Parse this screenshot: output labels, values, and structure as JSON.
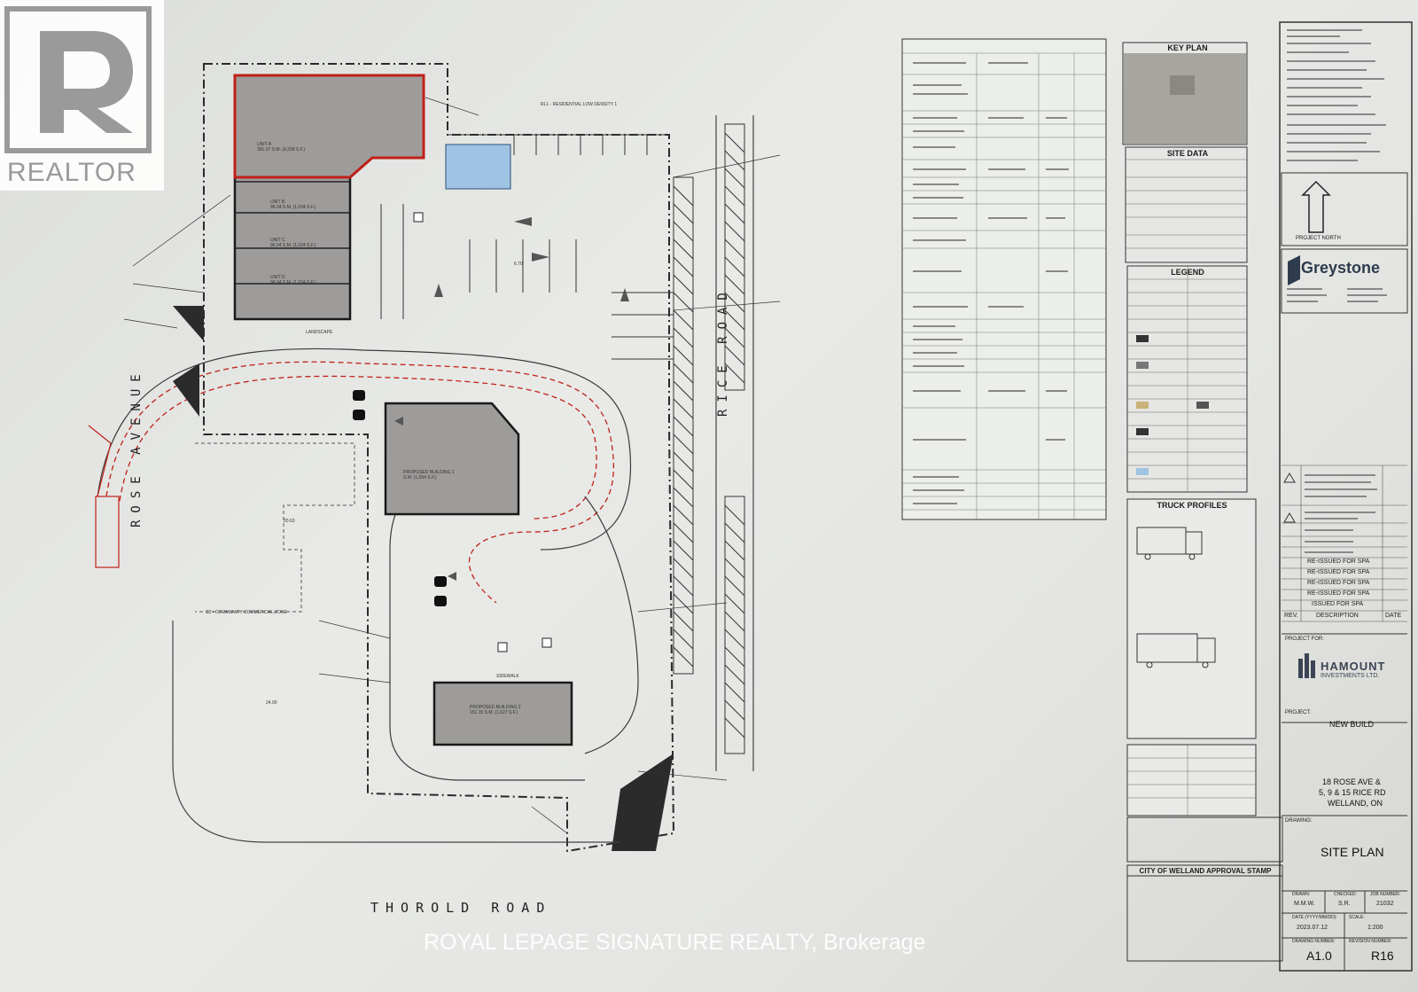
{
  "watermark": {
    "realtor_logo_text": "REALTOR",
    "brokerage": "ROYAL LEPAGE SIGNATURE REALTY, Brokerage"
  },
  "roads": {
    "north_east": "RICE ROAD",
    "west": "ROSE AVENUE",
    "south": "THOROLD ROAD"
  },
  "site": {
    "units": [
      {
        "name": "UNIT A",
        "area": "391.07 S.M. (4,209 S.F.)"
      },
      {
        "name": "UNIT B",
        "area": "96.04 S.M. (1,034 S.F.)"
      },
      {
        "name": "UNIT C",
        "area": "96.04 S.M. (1,034 S.F.)"
      },
      {
        "name": "UNIT D",
        "area": "96.04 S.M. (1,034 S.F.)"
      }
    ],
    "building_1": {
      "name": "PROPOSED BUILDING 1",
      "area": "S.M. (1,594 S.F.)"
    },
    "building_2": {
      "name": "PROPOSED BUILDING 2",
      "area": "151.15 S.M. (1,627 S.F.)"
    },
    "labels": {
      "landscape": "LANDSCAPE",
      "sidewalk": "SIDEWALK",
      "community_commercial": "C2 - COMMUNITY COMMERCIAL ZONE",
      "rl1": "RL1 - RESIDENTIAL LOW DENSITY 1",
      "dim_a": "20.63",
      "dim_b": "24.00",
      "dim_c": "6.70"
    }
  },
  "key_plan": {
    "title": "KEY PLAN"
  },
  "site_data": {
    "title": "SITE DATA"
  },
  "legend": {
    "title": "LEGEND"
  },
  "truck_profiles": {
    "title": "TRUCK PROFILES"
  },
  "approval": {
    "title": "CITY OF WELLAND APPROVAL STAMP"
  },
  "consultant": {
    "name": "Greystone"
  },
  "north_label": "PROJECT NORTH",
  "revisions": {
    "items": [
      "RE-ISSUED FOR SPA",
      "RE-ISSUED FOR SPA",
      "RE-ISSUED FOR SPA",
      "RE-ISSUED FOR SPA",
      "ISSUED FOR SPA"
    ],
    "rev_header": "REV.",
    "desc_header": "DESCRIPTION",
    "date_header": "DATE"
  },
  "title_block": {
    "project_for_label": "PROJECT FOR:",
    "client": "HAMOUNT",
    "client_sub": "INVESTMENTS LTD.",
    "project_label": "PROJECT:",
    "project": "NEW BUILD",
    "address_1": "18 ROSE AVE &",
    "address_2": "5, 9 & 15 RICE RD",
    "address_3": "WELLAND, ON",
    "drawing_label": "DRAWING:",
    "drawing": "SITE PLAN",
    "drawn_label": "DRAWN:",
    "drawn": "M.M.W.",
    "checked_label": "CHECKED:",
    "checked": "S.R.",
    "job_label": "JOB NUMBER:",
    "job": "21032",
    "date_label": "DATE (YYYY/MM/DD):",
    "date": "2023.07.12",
    "scale_label": "SCALE:",
    "scale": "1:200",
    "drawing_no_label": "DRAWING NUMBER:",
    "drawing_no": "A1.0",
    "revision_no_label": "REVISION NUMBER:",
    "revision_no": "R16"
  },
  "colors": {
    "building_fill": "#9e9c9a",
    "red_outline": "#c0201a",
    "blue_patch": "#9fc3e3",
    "line": "#2a2a2a"
  }
}
